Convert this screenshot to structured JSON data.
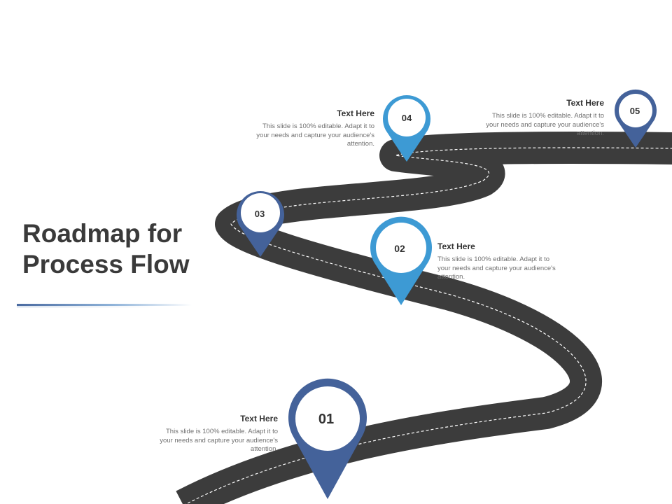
{
  "title": {
    "line1": "Roadmap for",
    "line2": "Process Flow"
  },
  "colors": {
    "road": "#3c3c3c",
    "dash": "#ffffff",
    "marker_dark": "#44629a",
    "marker_light": "#3d9ad4"
  },
  "icons": [
    "map-pin-icon"
  ],
  "milestones": [
    {
      "number": "01",
      "heading": "Text Here",
      "body": "This slide is 100% editable. Adapt it to your needs and capture your audience's attention."
    },
    {
      "number": "02",
      "heading": "Text Here",
      "body": "This slide is 100% editable. Adapt it to your needs and capture your audience's attention."
    },
    {
      "number": "03"
    },
    {
      "number": "04",
      "heading": "Text Here",
      "body": "This slide is 100% editable. Adapt it to your needs and capture your audience's attention."
    },
    {
      "number": "05",
      "heading": "Text Here",
      "body": "This slide is 100% editable. Adapt it to your needs and capture your audience's attention."
    }
  ]
}
